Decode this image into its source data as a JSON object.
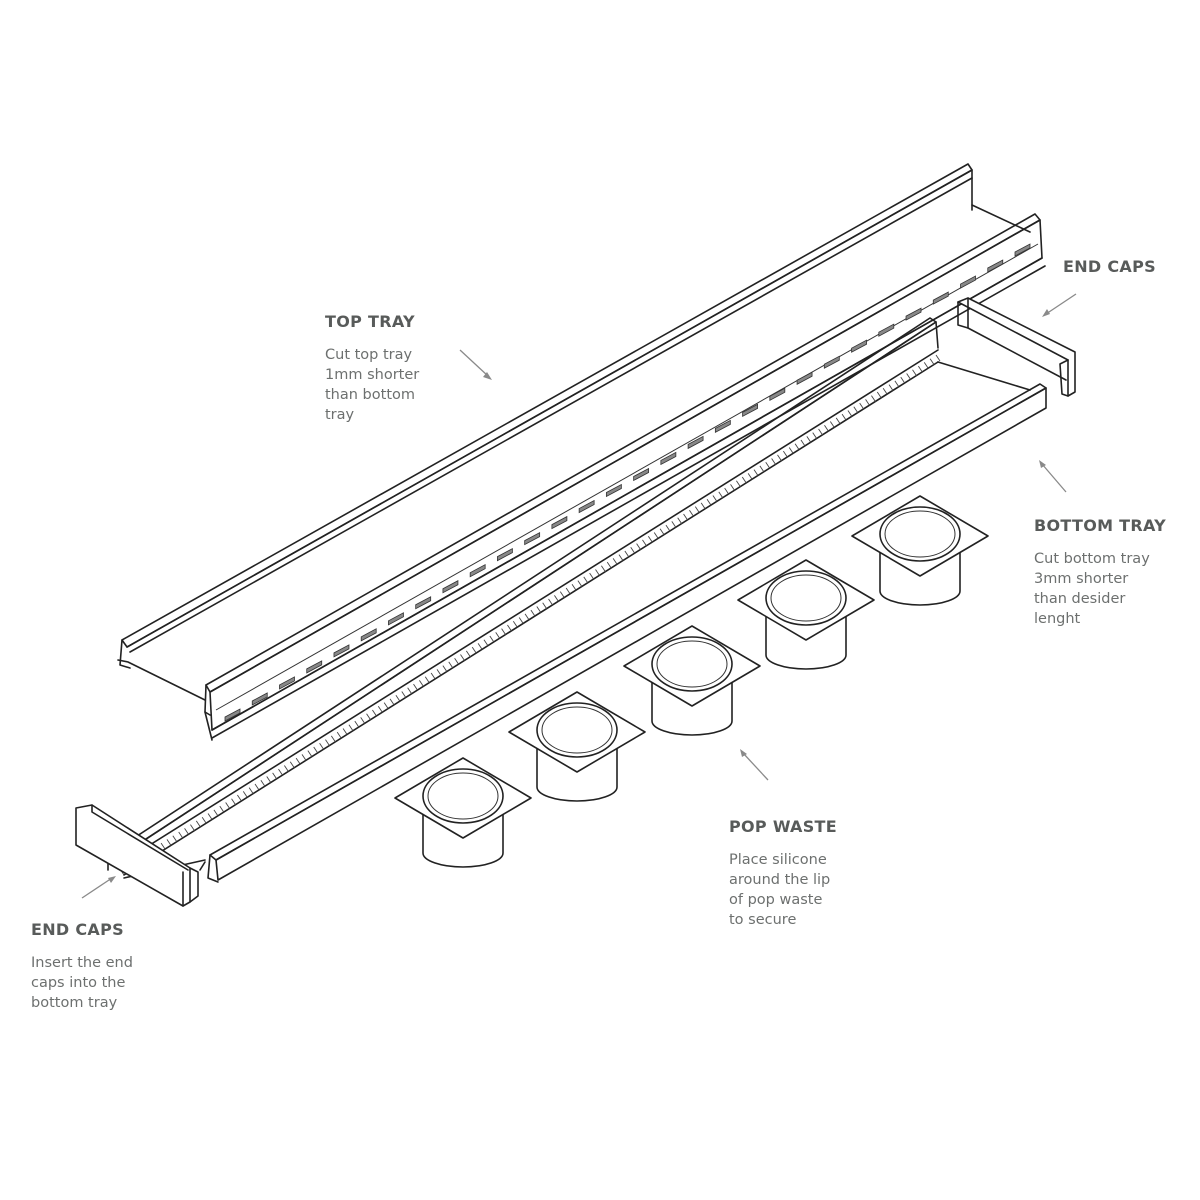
{
  "diagram": {
    "type": "exploded installation diagram",
    "components": [
      {
        "id": "top-tray",
        "title": "TOP TRAY",
        "desc": "Cut top tray\n1mm shorter\nthan bottom\ntray"
      },
      {
        "id": "end-caps-right",
        "title": "END CAPS",
        "desc": ""
      },
      {
        "id": "bottom-tray",
        "title": "BOTTOM TRAY",
        "desc": "Cut bottom tray\n3mm shorter\nthan desider\n lenght"
      },
      {
        "id": "pop-waste",
        "title": "POP WASTE",
        "desc": "Place silicone\naround the lip\nof pop waste\nto secure"
      },
      {
        "id": "end-caps-left",
        "title": "END CAPS",
        "desc": "Insert the end\ncaps into the\nbottom tray"
      }
    ],
    "pop_waste_count": 5,
    "colors": {
      "line": "#222222",
      "label_title": "#585b5a",
      "label_text": "#6d706f",
      "arrow": "#8a8a8a",
      "background": "#ffffff"
    }
  }
}
